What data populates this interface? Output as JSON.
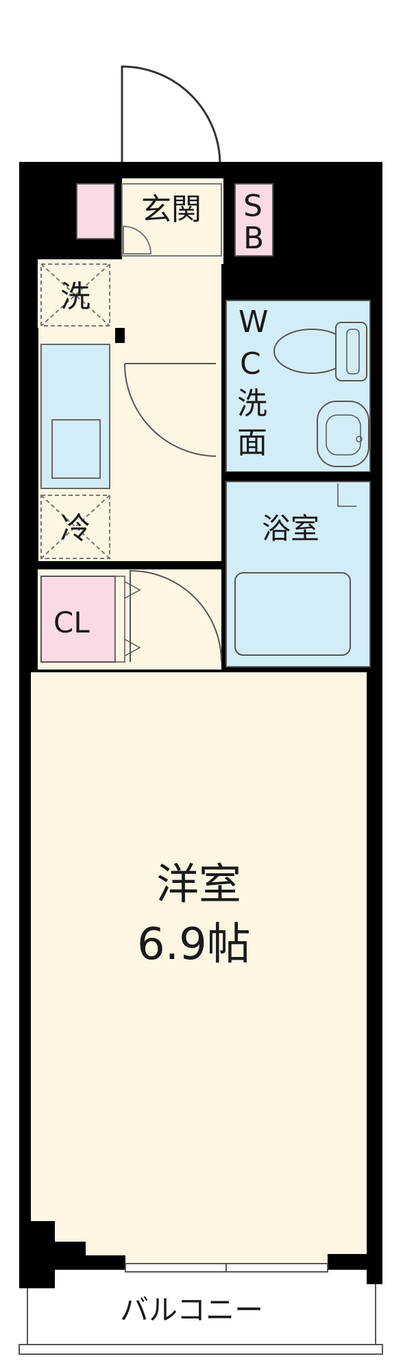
{
  "floorplan": {
    "rooms": {
      "entrance": "玄関",
      "shoe_box_top": "S",
      "shoe_box_bottom": "B",
      "washer": "洗",
      "wc_w": "W",
      "wc_c": "C",
      "wc_wash_1": "洗",
      "wc_wash_2": "面",
      "fridge": "冷",
      "bath": "浴室",
      "closet": "CL",
      "western_room": "洋室",
      "western_room_size": "6.9帖",
      "balcony": "バルコニー"
    },
    "colors": {
      "wall": "#000000",
      "floor": "#fcf6e3",
      "wet_area": "#d3edf7",
      "storage": "#fadbe4",
      "appliance_line": "#777777"
    }
  }
}
